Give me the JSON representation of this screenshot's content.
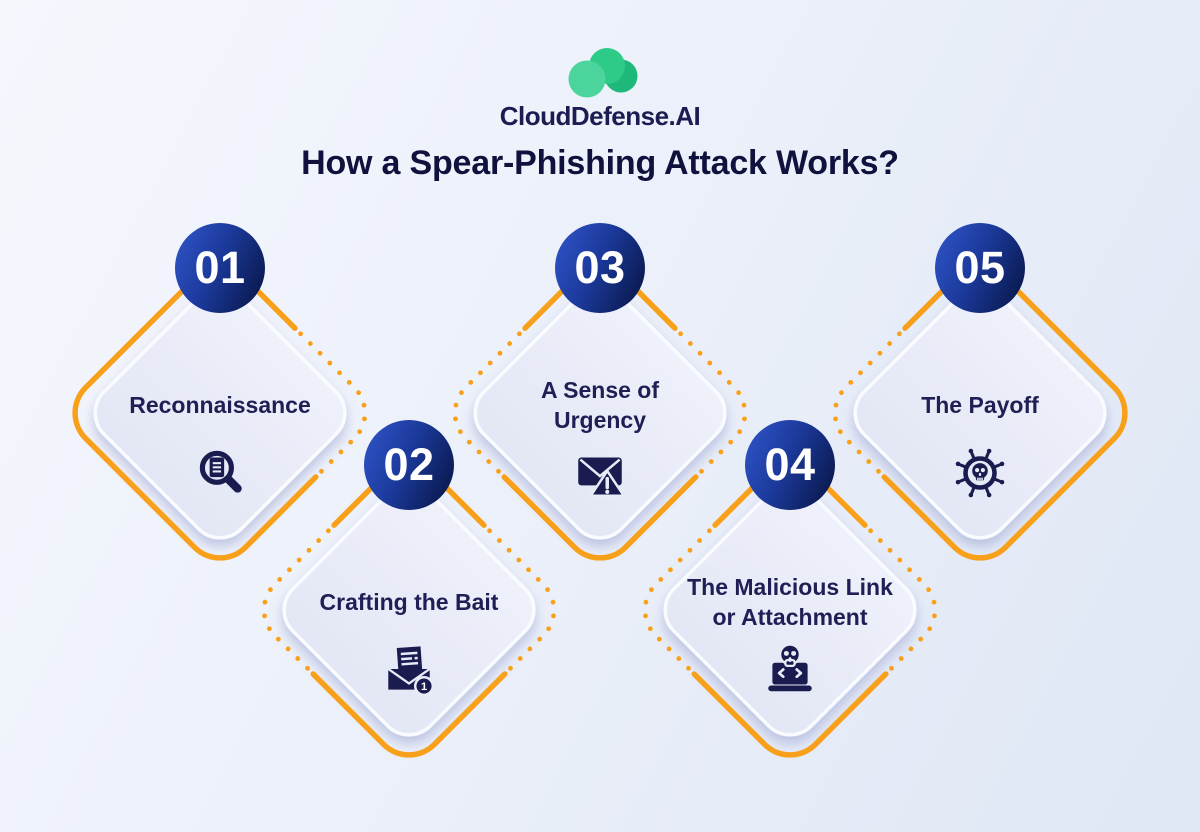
{
  "header": {
    "brand": "CloudDefense.AI",
    "title": "How a Spear-Phishing Attack Works?"
  },
  "colors": {
    "accent_orange": "#F9A01B",
    "badge_gradient_start": "#3156CB",
    "badge_gradient_end": "#0A1A50",
    "text_navy": "#201F55",
    "diamond_fill": "#E8EBF7",
    "icon_navy": "#1A1C4F",
    "logo_green_back": "#1EB878",
    "logo_green_mid": "#2ECB88",
    "logo_green_front": "#4BD59C"
  },
  "steps": [
    {
      "number": "01",
      "label_lines": [
        "Reconnaissance",
        ""
      ],
      "icon": "document-search-icon"
    },
    {
      "number": "02",
      "label_lines": [
        "Crafting the Bait",
        ""
      ],
      "icon": "new-email-document-icon"
    },
    {
      "number": "03",
      "label_lines": [
        "A Sense of",
        "Urgency"
      ],
      "icon": "email-warning-icon"
    },
    {
      "number": "04",
      "label_lines": [
        "The Malicious Link",
        "or Attachment"
      ],
      "icon": "hacker-laptop-icon"
    },
    {
      "number": "05",
      "label_lines": [
        "The Payoff",
        ""
      ],
      "icon": "skull-virus-icon"
    }
  ]
}
